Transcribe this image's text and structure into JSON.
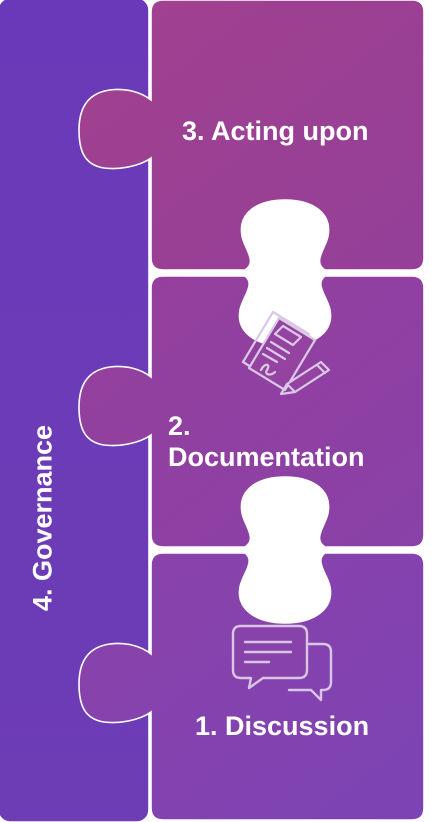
{
  "pieces": [
    {
      "id": "acting",
      "label": "3. Acting upon",
      "color": "#9b3f92"
    },
    {
      "id": "documentation",
      "label": "2.\nDocumentation",
      "line1": "2.",
      "line2": "Documentation",
      "color": "#8e3fa0"
    },
    {
      "id": "discussion",
      "label": "1. Discussion",
      "color": "#8542ad"
    },
    {
      "id": "governance",
      "label": "4. Governance",
      "color": "#6b3cb8"
    }
  ],
  "labels": {
    "acting": "3. Acting upon",
    "documentation_line1": "2.",
    "documentation_line2": "Documentation",
    "discussion": "1. Discussion",
    "governance": "4. Governance"
  },
  "icons": {
    "documentation": "document-signature-icon",
    "discussion": "chat-bubbles-icon"
  },
  "colors": {
    "governance_top": "#6a3ab9",
    "governance_bottom": "#6c3cb6",
    "acting_top": "#a2418f",
    "acting_bottom": "#943f98",
    "doc_top": "#93409c",
    "doc_bottom": "#8a41a6",
    "disc_top": "#8a42aa",
    "disc_bottom": "#7d43b2",
    "icon_stroke": "#d9c6e6",
    "text": "#ffffff"
  }
}
